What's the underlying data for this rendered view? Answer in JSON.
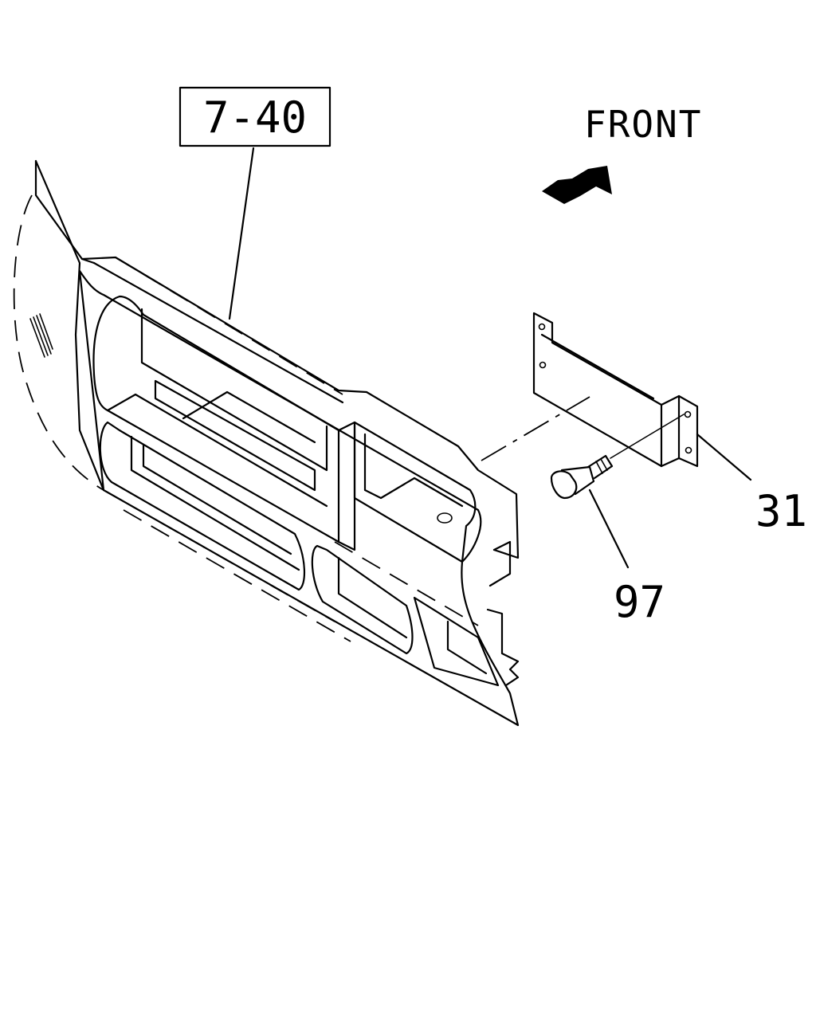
{
  "labels": {
    "ref_box": "7-40",
    "direction": "FRONT",
    "part_31": "31",
    "part_97": "97"
  },
  "icons": {
    "direction_arrow": "front-arrow-icon"
  },
  "colors": {
    "line": "#000000",
    "background": "#ffffff"
  }
}
